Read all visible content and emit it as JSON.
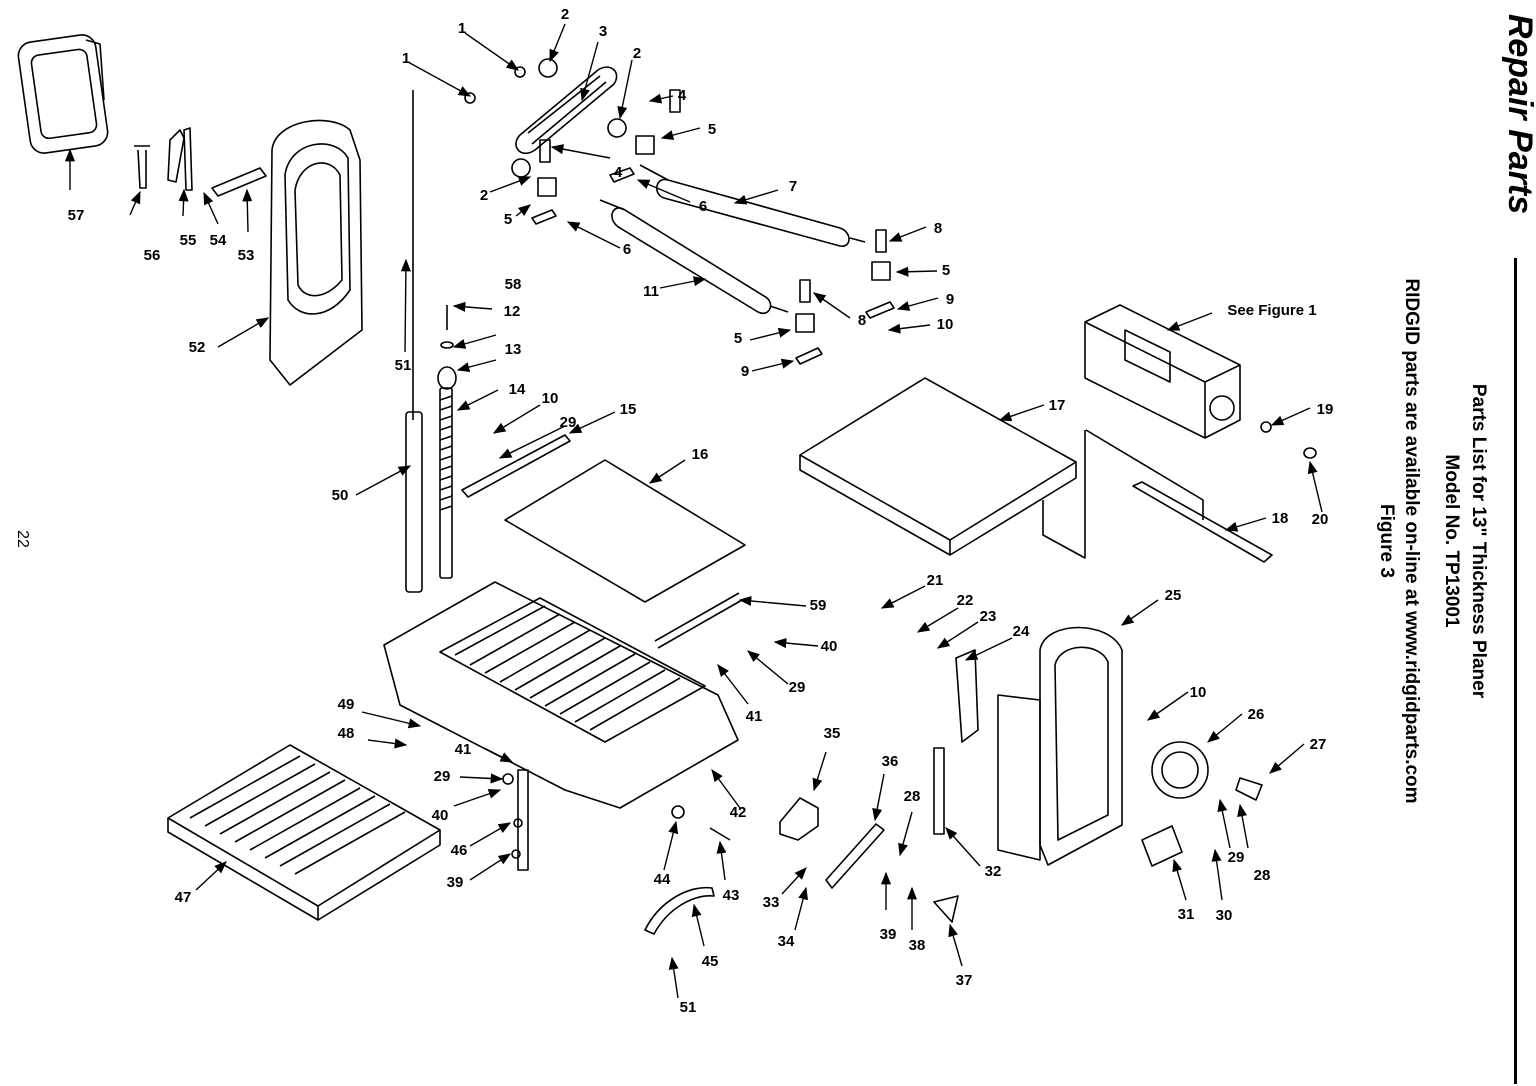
{
  "page": {
    "section_title": "Repair Parts",
    "subtitle_line1": "Parts List for 13\" Thickness Planer",
    "subtitle_line2": "Model No. TP13001",
    "subtitle_line3": "RIDGID parts are available on-line at www.ridgidparts.com",
    "subtitle_line4": "Figure 3",
    "page_number": "22"
  },
  "callouts": [
    {
      "name": "callout-1a",
      "label": "1"
    },
    {
      "name": "callout-1b",
      "label": "1"
    },
    {
      "name": "callout-2a",
      "label": "2"
    },
    {
      "name": "callout-2b",
      "label": "2"
    },
    {
      "name": "callout-2c",
      "label": "2"
    },
    {
      "name": "callout-3",
      "label": "3"
    },
    {
      "name": "callout-4a",
      "label": "4"
    },
    {
      "name": "callout-4b",
      "label": "4"
    },
    {
      "name": "callout-5a",
      "label": "5"
    },
    {
      "name": "callout-5b",
      "label": "5"
    },
    {
      "name": "callout-5c",
      "label": "5"
    },
    {
      "name": "callout-5d",
      "label": "5"
    },
    {
      "name": "callout-6a",
      "label": "6"
    },
    {
      "name": "callout-6b",
      "label": "6"
    },
    {
      "name": "callout-7",
      "label": "7"
    },
    {
      "name": "callout-8a",
      "label": "8"
    },
    {
      "name": "callout-8b",
      "label": "8"
    },
    {
      "name": "callout-9a",
      "label": "9"
    },
    {
      "name": "callout-9b",
      "label": "9"
    },
    {
      "name": "callout-10a",
      "label": "10"
    },
    {
      "name": "callout-10b",
      "label": "10"
    },
    {
      "name": "callout-10c",
      "label": "10"
    },
    {
      "name": "callout-11",
      "label": "11"
    },
    {
      "name": "callout-12",
      "label": "12"
    },
    {
      "name": "callout-13",
      "label": "13"
    },
    {
      "name": "callout-14",
      "label": "14"
    },
    {
      "name": "callout-15",
      "label": "15"
    },
    {
      "name": "callout-16",
      "label": "16"
    },
    {
      "name": "callout-17",
      "label": "17"
    },
    {
      "name": "callout-18",
      "label": "18"
    },
    {
      "name": "callout-19",
      "label": "19"
    },
    {
      "name": "callout-20",
      "label": "20"
    },
    {
      "name": "callout-see-figure-1",
      "label": "See Figure 1"
    },
    {
      "name": "callout-21",
      "label": "21"
    },
    {
      "name": "callout-22",
      "label": "22"
    },
    {
      "name": "callout-23",
      "label": "23"
    },
    {
      "name": "callout-24",
      "label": "24"
    },
    {
      "name": "callout-25",
      "label": "25"
    },
    {
      "name": "callout-26",
      "label": "26"
    },
    {
      "name": "callout-27",
      "label": "27"
    },
    {
      "name": "callout-28a",
      "label": "28"
    },
    {
      "name": "callout-28b",
      "label": "28"
    },
    {
      "name": "callout-29a",
      "label": "29"
    },
    {
      "name": "callout-29b",
      "label": "29"
    },
    {
      "name": "callout-29c",
      "label": "29"
    },
    {
      "name": "callout-29d",
      "label": "29"
    },
    {
      "name": "callout-30",
      "label": "30"
    },
    {
      "name": "callout-31",
      "label": "31"
    },
    {
      "name": "callout-32",
      "label": "32"
    },
    {
      "name": "callout-33",
      "label": "33"
    },
    {
      "name": "callout-34",
      "label": "34"
    },
    {
      "name": "callout-35",
      "label": "35"
    },
    {
      "name": "callout-36",
      "label": "36"
    },
    {
      "name": "callout-37",
      "label": "37"
    },
    {
      "name": "callout-38",
      "label": "38"
    },
    {
      "name": "callout-39a",
      "label": "39"
    },
    {
      "name": "callout-39b",
      "label": "39"
    },
    {
      "name": "callout-40a",
      "label": "40"
    },
    {
      "name": "callout-40b",
      "label": "40"
    },
    {
      "name": "callout-41a",
      "label": "41"
    },
    {
      "name": "callout-41b",
      "label": "41"
    },
    {
      "name": "callout-42",
      "label": "42"
    },
    {
      "name": "callout-43",
      "label": "43"
    },
    {
      "name": "callout-44",
      "label": "44"
    },
    {
      "name": "callout-45",
      "label": "45"
    },
    {
      "name": "callout-46",
      "label": "46"
    },
    {
      "name": "callout-47",
      "label": "47"
    },
    {
      "name": "callout-48",
      "label": "48"
    },
    {
      "name": "callout-49",
      "label": "49"
    },
    {
      "name": "callout-50",
      "label": "50"
    },
    {
      "name": "callout-51a",
      "label": "51"
    },
    {
      "name": "callout-51b",
      "label": "51"
    },
    {
      "name": "callout-52",
      "label": "52"
    },
    {
      "name": "callout-53",
      "label": "53"
    },
    {
      "name": "callout-54",
      "label": "54"
    },
    {
      "name": "callout-55",
      "label": "55"
    },
    {
      "name": "callout-56",
      "label": "56"
    },
    {
      "name": "callout-57",
      "label": "57"
    },
    {
      "name": "callout-58",
      "label": "58"
    },
    {
      "name": "callout-59",
      "label": "59"
    }
  ]
}
